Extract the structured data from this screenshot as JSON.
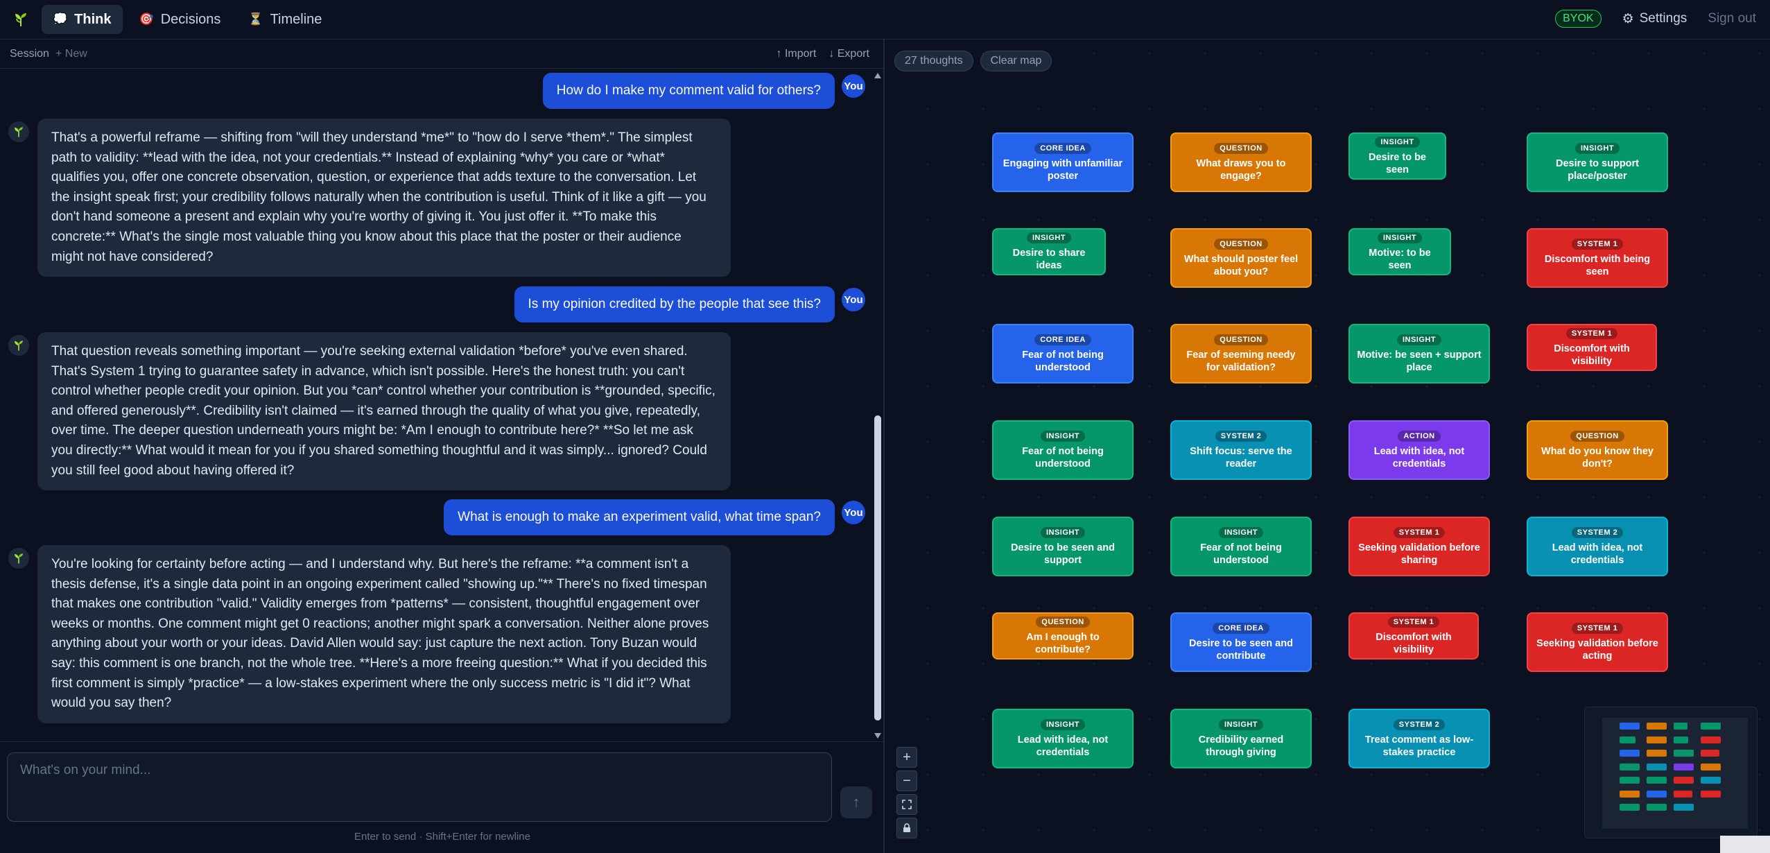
{
  "nav": {
    "tabs": [
      {
        "label": "Think",
        "icon": "speech-bubble-icon",
        "glyph": "💭"
      },
      {
        "label": "Decisions",
        "icon": "target-icon",
        "glyph": "🎯"
      },
      {
        "label": "Timeline",
        "icon": "hourglass-icon",
        "glyph": "⏳"
      }
    ],
    "byok": "BYOK",
    "settings": "Settings",
    "signout": "Sign out"
  },
  "session": {
    "label": "Session",
    "new": "+ New",
    "import": "↑ Import",
    "export": "↓ Export"
  },
  "chat": {
    "you_label": "You",
    "messages": [
      {
        "role": "user",
        "text": "How do I make my comment valid for others?"
      },
      {
        "role": "ai",
        "text": "That's a powerful reframe — shifting from \"will they understand *me*\" to \"how do I serve *them*.\" The simplest path to validity: **lead with the idea, not your credentials.** Instead of explaining *why* you care or *what* qualifies you, offer one concrete observation, question, or experience that adds texture to the conversation. Let the insight speak first; your credibility follows naturally when the contribution is useful. Think of it like a gift — you don't hand someone a present and explain why you're worthy of giving it. You just offer it. **To make this concrete:** What's the single most valuable thing you know about this place that the poster or their audience might not have considered?"
      },
      {
        "role": "user",
        "text": "Is my opinion credited by the people that see this?"
      },
      {
        "role": "ai",
        "text": "That question reveals something important — you're seeking external validation *before* you've even shared. That's System 1 trying to guarantee safety in advance, which isn't possible. Here's the honest truth: you can't control whether people credit your opinion. But you *can* control whether your contribution is **grounded, specific, and offered generously**. Credibility isn't claimed — it's earned through the quality of what you give, repeatedly, over time. The deeper question underneath yours might be: *Am I enough to contribute here?* **So let me ask you directly:** What would it mean for you if you shared something thoughtful and it was simply... ignored? Could you still feel good about having offered it?"
      },
      {
        "role": "user",
        "text": "What is enough to make an experiment valid, what time span?"
      },
      {
        "role": "ai",
        "text": "You're looking for certainty before acting — and I understand why. But here's the reframe: **a comment isn't a thesis defense, it's a single data point in an ongoing experiment called \"showing up.\"** There's no fixed timespan that makes one contribution \"valid.\" Validity emerges from *patterns* — consistent, thoughtful engagement over weeks or months. One comment might get 0 reactions; another might spark a conversation. Neither alone proves anything about your worth or your ideas. David Allen would say: just capture the next action. Tony Buzan would say: this comment is one branch, not the whole tree. **Here's a more freeing question:** What if you decided this first comment is simply *practice* — a low-stakes experiment where the only success metric is \"I did it\"? What would you say then?"
      }
    ]
  },
  "composer": {
    "placeholder": "What's on your mind...",
    "hint": "Enter to send · Shift+Enter for newline"
  },
  "map": {
    "thoughts_count": "27 thoughts",
    "clear": "Clear map",
    "colors": {
      "CORE IDEA": "blue",
      "QUESTION": "orange",
      "INSIGHT": "green",
      "SYSTEM 1": "red",
      "SYSTEM 2": "teal",
      "ACTION": "purple"
    },
    "nodes": [
      {
        "tag": "CORE IDEA",
        "title": "Engaging with unfamiliar poster"
      },
      {
        "tag": "QUESTION",
        "title": "What draws you to engage?"
      },
      {
        "tag": "INSIGHT",
        "title": "Desire to be seen"
      },
      {
        "tag": "INSIGHT",
        "title": "Desire to support place/poster"
      },
      {
        "tag": "INSIGHT",
        "title": "Desire to share ideas"
      },
      {
        "tag": "QUESTION",
        "title": "What should poster feel about you?"
      },
      {
        "tag": "INSIGHT",
        "title": "Motive: to be seen"
      },
      {
        "tag": "SYSTEM 1",
        "title": "Discomfort with being seen"
      },
      {
        "tag": "CORE IDEA",
        "title": "Fear of not being understood"
      },
      {
        "tag": "QUESTION",
        "title": "Fear of seeming needy for validation?"
      },
      {
        "tag": "INSIGHT",
        "title": "Motive: be seen + support place"
      },
      {
        "tag": "SYSTEM 1",
        "title": "Discomfort with visibility"
      },
      {
        "tag": "INSIGHT",
        "title": "Fear of not being understood"
      },
      {
        "tag": "SYSTEM 2",
        "title": "Shift focus: serve the reader"
      },
      {
        "tag": "ACTION",
        "title": "Lead with idea, not credentials"
      },
      {
        "tag": "QUESTION",
        "title": "What do you know they don't?"
      },
      {
        "tag": "INSIGHT",
        "title": "Desire to be seen and support"
      },
      {
        "tag": "INSIGHT",
        "title": "Fear of not being understood"
      },
      {
        "tag": "SYSTEM 1",
        "title": "Seeking validation before sharing"
      },
      {
        "tag": "SYSTEM 2",
        "title": "Lead with idea, not credentials"
      },
      {
        "tag": "QUESTION",
        "title": "Am I enough to contribute?"
      },
      {
        "tag": "CORE IDEA",
        "title": "Desire to be seen and contribute"
      },
      {
        "tag": "SYSTEM 1",
        "title": "Discomfort with visibility"
      },
      {
        "tag": "SYSTEM 1",
        "title": "Seeking validation before acting"
      },
      {
        "tag": "INSIGHT",
        "title": "Lead with idea, not credentials"
      },
      {
        "tag": "INSIGHT",
        "title": "Credibility earned through giving"
      },
      {
        "tag": "SYSTEM 2",
        "title": "Treat comment as low-stakes practice"
      }
    ]
  }
}
